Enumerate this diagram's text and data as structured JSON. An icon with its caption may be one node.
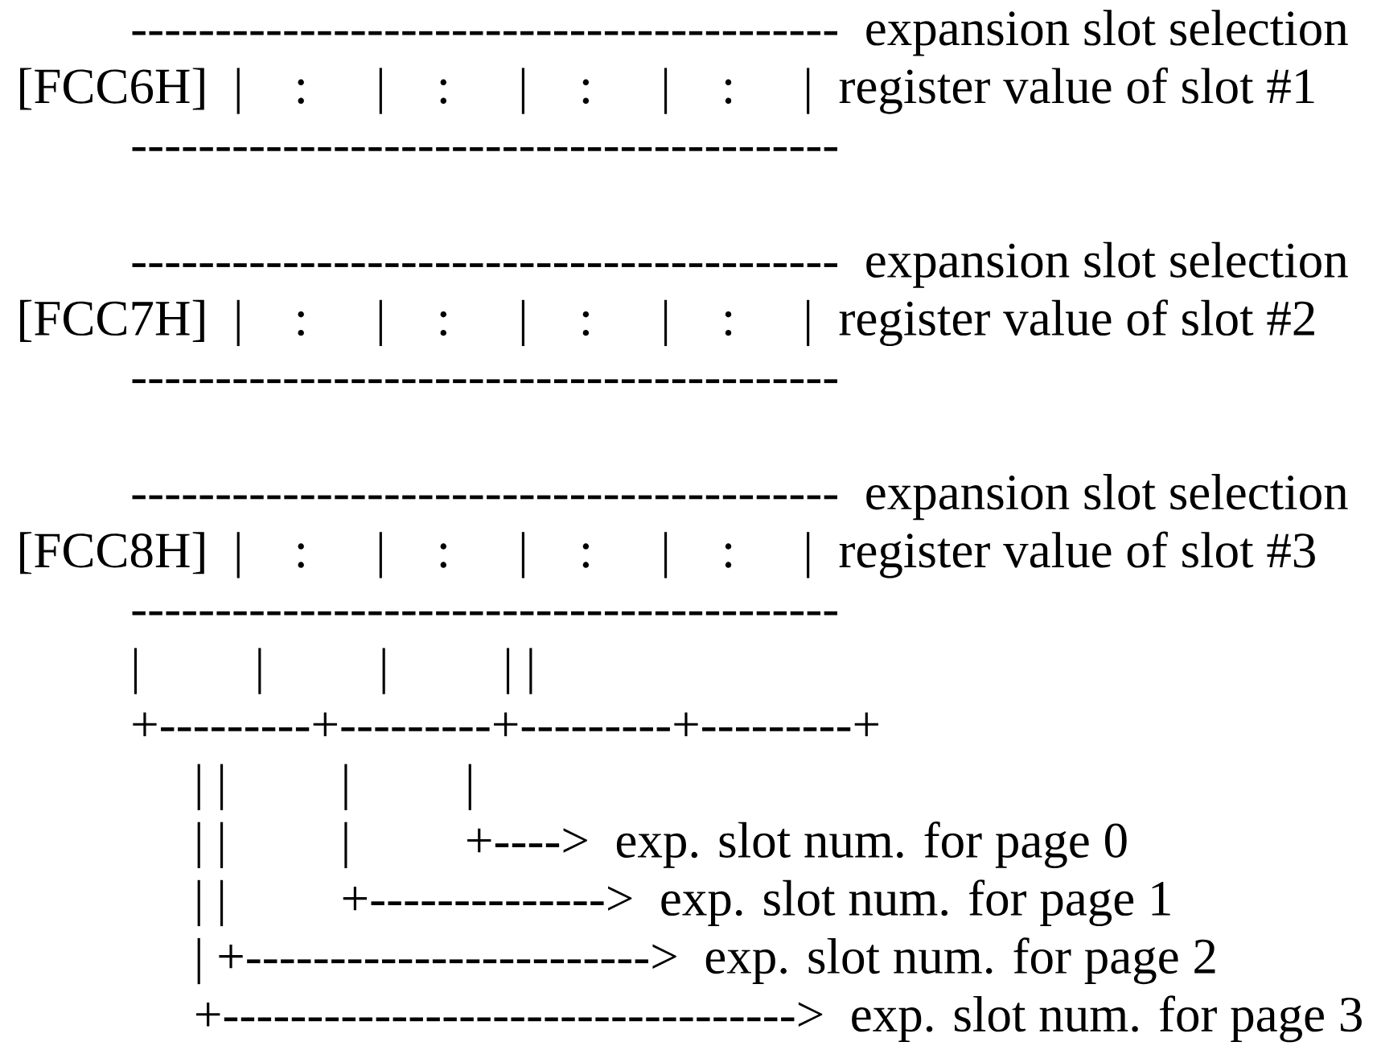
{
  "diagram": {
    "labels": [
      "------------------------------------------  expansion slot selection",
      "[FCC6H]  |    :    |    :    |    :    |    :    |  register value of slot #1",
      "------------------------------------------",
      "------------------------------------------  expansion slot selection",
      "[FCC7H]  |    :    |    :    |    :    |    :    |  register value of slot #2",
      "------------------------------------------",
      "------------------------------------------  expansion slot selection",
      "[FCC8H]  |    :    |    :    |    :    |    :    |  register value of slot #3",
      "------------------------------------------",
      "|         |         |         | |",
      "+---------+---------+---------+---------+",
      "| |         |         |",
      "| |         |         +---->  exp. slot num. for page 0",
      "| |         +-------------->  exp. slot num. for page 1",
      "| +------------------------>  exp. slot num. for page 2",
      "+---------------------------------->  exp. slot num. for page 3"
    ]
  }
}
